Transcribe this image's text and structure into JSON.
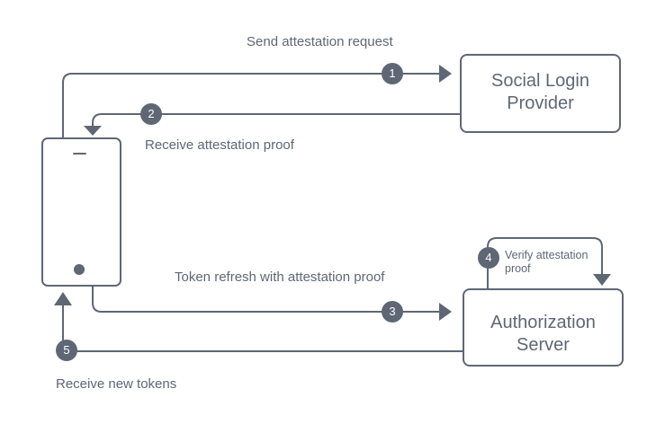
{
  "nodes": {
    "social_login_provider": [
      "Social Login",
      "Provider"
    ],
    "authorization_server": [
      "Authorization",
      "Server"
    ]
  },
  "steps": [
    {
      "number": "1",
      "label": "Send attestation request"
    },
    {
      "number": "2",
      "label": "Receive attestation proof"
    },
    {
      "number": "3",
      "label": "Token refresh with attestation proof"
    },
    {
      "number": "4",
      "label": [
        "Verify attestation",
        "proof"
      ]
    },
    {
      "number": "5",
      "label": "Receive new tokens"
    }
  ],
  "colors": {
    "stroke": "#5f6775",
    "badge_fill": "#5f6775",
    "badge_text": "#ffffff",
    "text": "#5f6775",
    "background": "#ffffff"
  },
  "icons": [
    "phone-icon",
    "arrow-right-icon",
    "arrow-left-icon",
    "arrow-down-icon",
    "arrow-up-icon"
  ]
}
